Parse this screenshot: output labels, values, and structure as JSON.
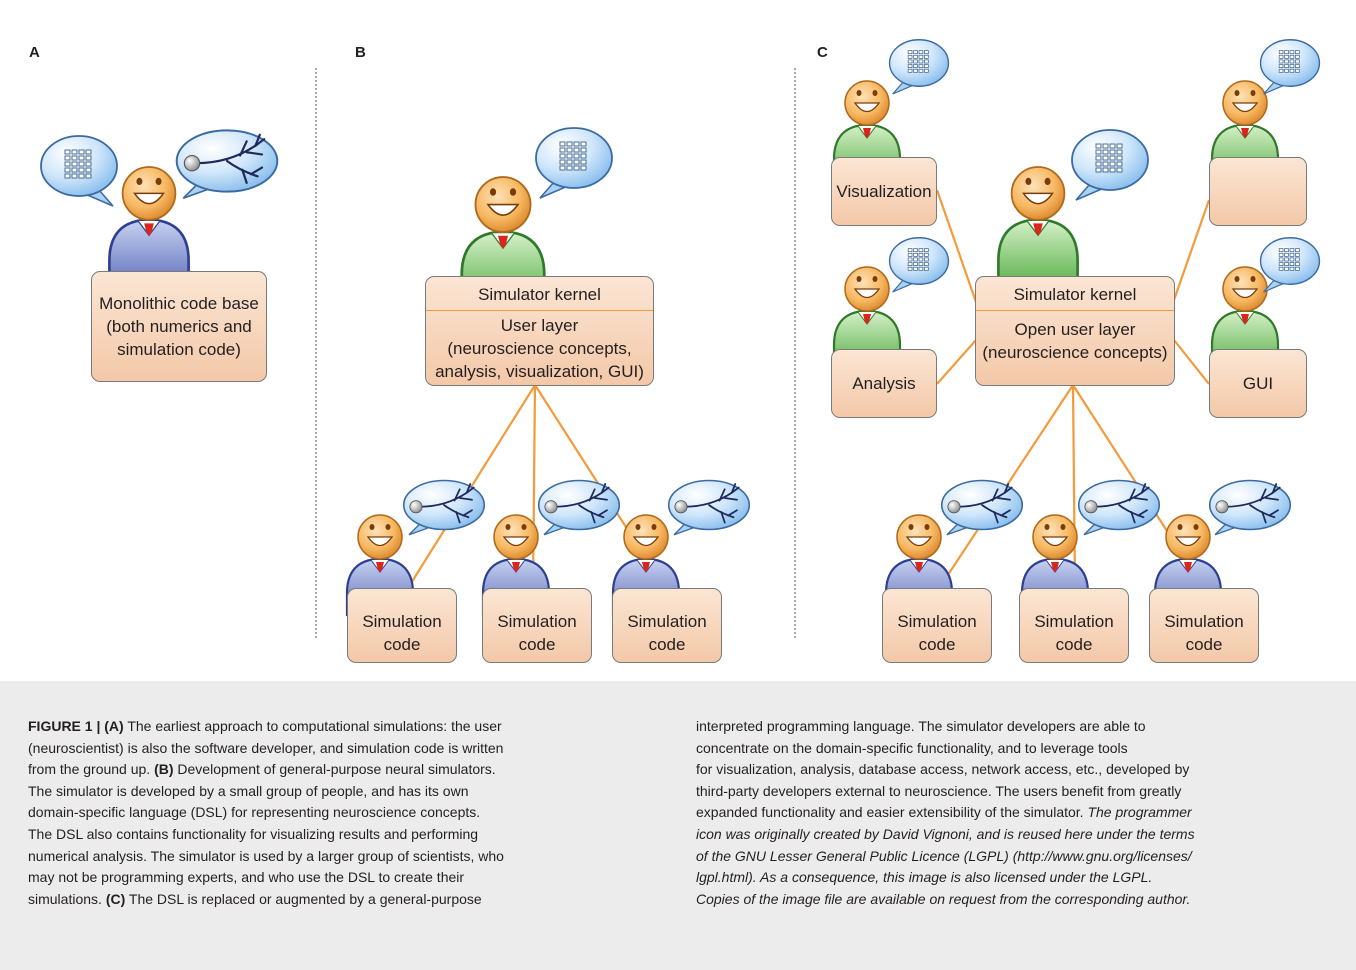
{
  "panels": {
    "a": {
      "letter": "A",
      "box_lines": [
        "Monolithic code base",
        "(both numerics and",
        "simulation code)"
      ]
    },
    "b": {
      "letter": "B",
      "kernel_title": "Simulator kernel",
      "kernel_lines": [
        "User layer",
        "(neuroscience concepts,",
        "analysis, visualization, GUI)"
      ],
      "sim_boxes": [
        {
          "lines": [
            "Simulation",
            "code"
          ]
        },
        {
          "lines": [
            "Simulation",
            "code"
          ]
        },
        {
          "lines": [
            "Simulation",
            "code"
          ]
        }
      ]
    },
    "c": {
      "letter": "C",
      "kernel_title": "Simulator kernel",
      "kernel_lines": [
        "Open user layer",
        "(neuroscience concepts)"
      ],
      "visualization_label": "Visualization",
      "analysis_label": "Analysis",
      "gui_label": "GUI",
      "empty_label": "",
      "sim_boxes": [
        {
          "lines": [
            "Simulation",
            "code"
          ]
        },
        {
          "lines": [
            "Simulation",
            "code"
          ]
        },
        {
          "lines": [
            "Simulation",
            "code"
          ]
        }
      ]
    }
  },
  "caption": {
    "figure_label": "FIGURE 1 | ",
    "tag_a": "(A)",
    "tag_b": "(B)",
    "tag_c": "(C)",
    "left_lines": [
      " The earliest approach to computational simulations: the user",
      "(neuroscientist) is also the software developer, and simulation code is written",
      "from the ground up. ",
      " Development of general-purpose neural simulators.",
      "The simulator is developed by a small group of people, and has its own",
      "domain-specific language (DSL) for representing neuroscience concepts.",
      "The DSL also contains functionality for visualizing results and performing",
      "numerical analysis. The simulator is used by a larger group of scientists, who",
      "may not be programming experts, and who use the DSL to create their",
      "simulations. ",
      " The DSL is replaced or augmented by a general-purpose"
    ],
    "right_lines": [
      "interpreted programming language. The simulator developers are able to",
      "concentrate on the domain-specific functionality, and to leverage tools",
      "for visualization, analysis, database access, network access, etc., developed by",
      "third-party developers external to neuroscience. The users benefit from greatly",
      "expanded functionality and easier extensibility of the simulator. ",
      "The programmer",
      "icon was originally created by David Vignoni, and is reused here under the terms",
      "of the GNU Lesser General Public Licence (LGPL) (http://www.gnu.org/licenses/",
      "lgpl.html). As a consequence, this image is also licensed under the LGPL.",
      "Copies of the image file are available on request from the corresponding author."
    ]
  },
  "colors": {
    "box_fill_top": "#fbe6d4",
    "box_fill_bottom": "#f3c8a8",
    "connector": "#f39a3a",
    "developer_body": "#2e3f8f",
    "user_body": "#2f8a2f",
    "face": "#f5a63d",
    "caption_bg": "#ececec"
  },
  "icons": [
    "programmer-icon",
    "grid-speech-bubble-icon",
    "neuron-speech-bubble-icon"
  ]
}
